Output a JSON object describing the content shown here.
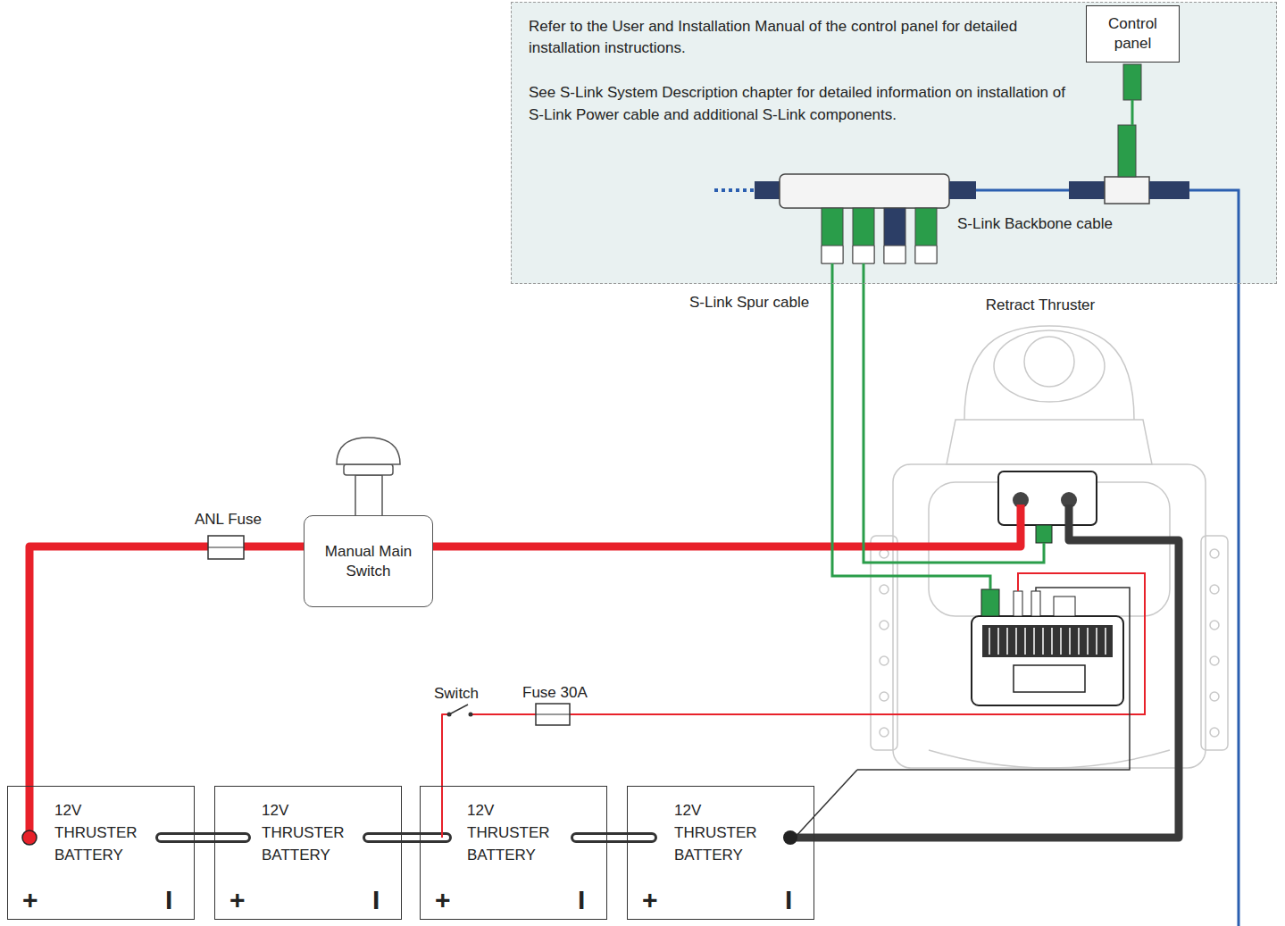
{
  "diagram": {
    "nodes": [
      {
        "text": [
          "Refer to the User and Installation Manual of the control panel for detailed installation instructions.",
          "See S-Link System Description chapter for detailed information on installation of S-Link Power cable and additional S-Link components."
        ]
      },
      {
        "text": [
          "Control panel"
        ],
        "in": 0
      },
      {
        "text": [
          "Retract Thruster"
        ]
      },
      {
        "text": [
          "Manual Main Switch"
        ]
      },
      {
        "text": [
          "12V THRUSTER BATTERY",
          "+",
          "I"
        ]
      },
      {
        "text": [
          "12V THRUSTER BATTERY",
          "+",
          "I"
        ]
      },
      {
        "text": [
          "12V THRUSTER BATTERY",
          "+",
          "I"
        ]
      },
      {
        "text": [
          "12V THRUSTER BATTERY",
          "+",
          "I"
        ]
      }
    ],
    "edges": [
      {
        "from": 4,
        "to": 3,
        "arrow": "none"
      },
      {
        "from": 3,
        "to": 2,
        "arrow": "none"
      },
      {
        "from": 4,
        "to": 5,
        "arrow": "none"
      },
      {
        "from": 5,
        "to": 6,
        "arrow": "none"
      },
      {
        "from": 6,
        "to": 7,
        "arrow": "none"
      },
      {
        "from": 7,
        "to": 2,
        "arrow": "none"
      },
      {
        "from": 6,
        "to": 2,
        "arrow": "none"
      },
      {
        "from": 7,
        "to": 2,
        "arrow": "none"
      }
    ],
    "labels": [
      "S-Link Backbone cable",
      "S-Link Spur cable",
      "ANL Fuse",
      "Switch",
      "Fuse 30A"
    ]
  }
}
